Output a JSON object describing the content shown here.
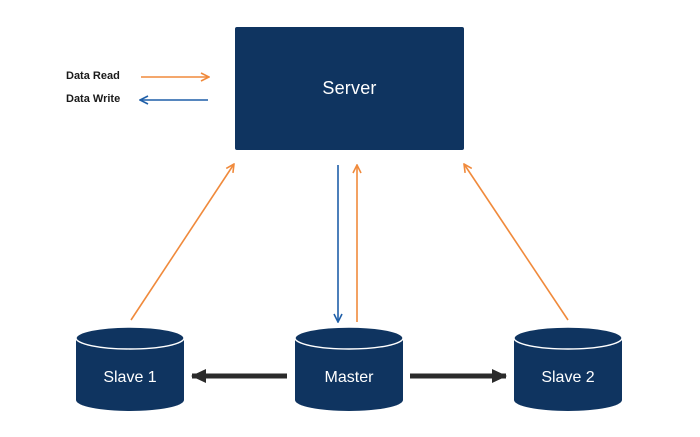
{
  "legend": {
    "read_label": "Data Read",
    "write_label": "Data Write"
  },
  "server": {
    "label": "Server"
  },
  "databases": {
    "slave1": "Slave 1",
    "master": "Master",
    "slave2": "Slave 2"
  },
  "colors": {
    "node_fill": "#0f3460",
    "read_arrow": "#f08a3c",
    "write_arrow": "#1f5fa8",
    "replication_arrow": "#2b2b2b"
  }
}
